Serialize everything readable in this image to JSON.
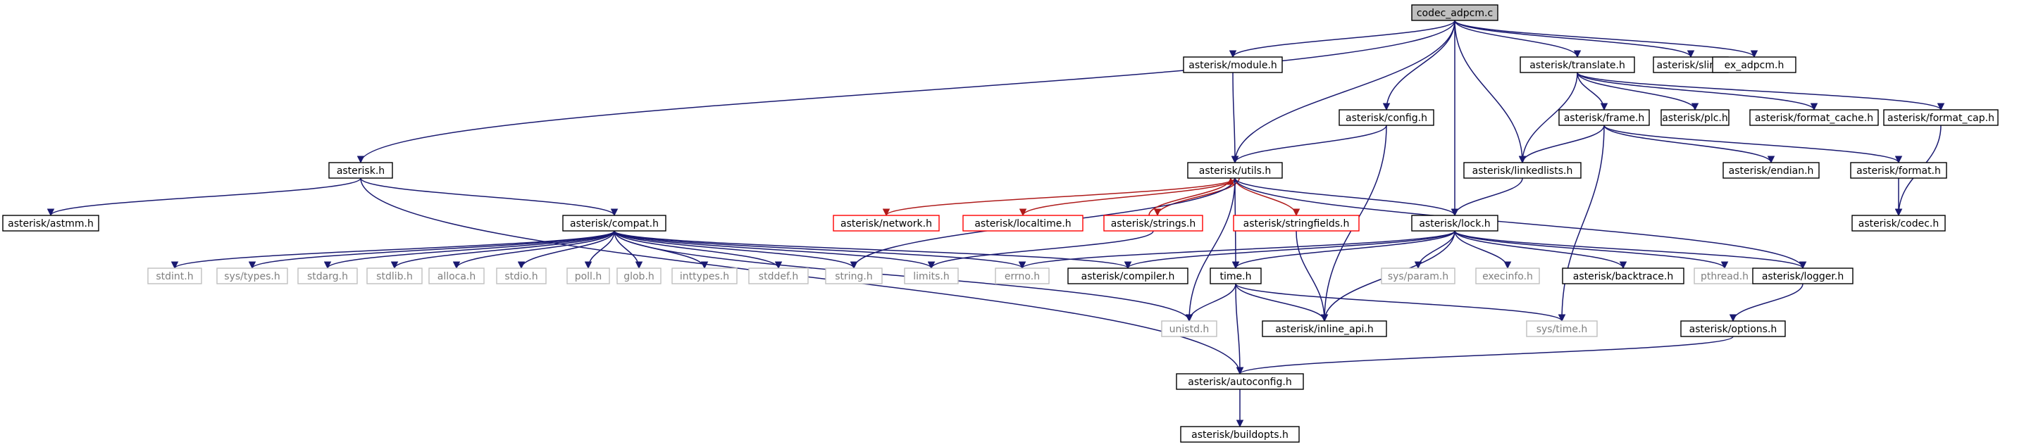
{
  "colors": {
    "edge": "#191970",
    "edge_strings": "#ae1a1a",
    "root_fill": "#bfbfbf",
    "red_border": "#ff0000",
    "grey_border": "#bfbfbf",
    "grey_text": "#7f7f7f"
  },
  "nodes": [
    {
      "id": "codec_adpcm",
      "label": "codec_adpcm.c",
      "kind": "root"
    },
    {
      "id": "module",
      "label": "asterisk/module.h",
      "kind": "normal"
    },
    {
      "id": "translate",
      "label": "asterisk/translate.h",
      "kind": "normal"
    },
    {
      "id": "slin",
      "label": "asterisk/slin.h",
      "kind": "normal"
    },
    {
      "id": "ex_adpcm",
      "label": "ex_adpcm.h",
      "kind": "normal"
    },
    {
      "id": "config",
      "label": "asterisk/config.h",
      "kind": "normal"
    },
    {
      "id": "frame",
      "label": "asterisk/frame.h",
      "kind": "normal"
    },
    {
      "id": "plc",
      "label": "asterisk/plc.h",
      "kind": "normal"
    },
    {
      "id": "format_cache",
      "label": "asterisk/format_cache.h",
      "kind": "normal"
    },
    {
      "id": "format_cap",
      "label": "asterisk/format_cap.h",
      "kind": "normal"
    },
    {
      "id": "asterisk_h",
      "label": "asterisk.h",
      "kind": "normal"
    },
    {
      "id": "utils",
      "label": "asterisk/utils.h",
      "kind": "normal"
    },
    {
      "id": "linkedlists",
      "label": "asterisk/linkedlists.h",
      "kind": "normal"
    },
    {
      "id": "endian",
      "label": "asterisk/endian.h",
      "kind": "normal"
    },
    {
      "id": "format",
      "label": "asterisk/format.h",
      "kind": "normal"
    },
    {
      "id": "astmm",
      "label": "asterisk/astmm.h",
      "kind": "normal"
    },
    {
      "id": "compat",
      "label": "asterisk/compat.h",
      "kind": "normal"
    },
    {
      "id": "network",
      "label": "asterisk/network.h",
      "kind": "red"
    },
    {
      "id": "localtime",
      "label": "asterisk/localtime.h",
      "kind": "red"
    },
    {
      "id": "strings",
      "label": "asterisk/strings.h",
      "kind": "red"
    },
    {
      "id": "stringfields",
      "label": "asterisk/stringfields.h",
      "kind": "red"
    },
    {
      "id": "lock",
      "label": "asterisk/lock.h",
      "kind": "normal"
    },
    {
      "id": "codec",
      "label": "asterisk/codec.h",
      "kind": "normal"
    },
    {
      "id": "stdint",
      "label": "stdint.h",
      "kind": "grey"
    },
    {
      "id": "sys_types",
      "label": "sys/types.h",
      "kind": "grey"
    },
    {
      "id": "stdarg",
      "label": "stdarg.h",
      "kind": "grey"
    },
    {
      "id": "stdlib",
      "label": "stdlib.h",
      "kind": "grey"
    },
    {
      "id": "alloca",
      "label": "alloca.h",
      "kind": "grey"
    },
    {
      "id": "stdio",
      "label": "stdio.h",
      "kind": "grey"
    },
    {
      "id": "poll",
      "label": "poll.h",
      "kind": "grey"
    },
    {
      "id": "glob",
      "label": "glob.h",
      "kind": "grey"
    },
    {
      "id": "inttypes",
      "label": "inttypes.h",
      "kind": "grey"
    },
    {
      "id": "stddef",
      "label": "stddef.h",
      "kind": "grey"
    },
    {
      "id": "string",
      "label": "string.h",
      "kind": "grey"
    },
    {
      "id": "limits",
      "label": "limits.h",
      "kind": "grey"
    },
    {
      "id": "errno",
      "label": "errno.h",
      "kind": "grey"
    },
    {
      "id": "compiler",
      "label": "asterisk/compiler.h",
      "kind": "normal"
    },
    {
      "id": "time_h",
      "label": "time.h",
      "kind": "normal"
    },
    {
      "id": "sys_param",
      "label": "sys/param.h",
      "kind": "grey"
    },
    {
      "id": "execinfo",
      "label": "execinfo.h",
      "kind": "grey"
    },
    {
      "id": "backtrace",
      "label": "asterisk/backtrace.h",
      "kind": "normal"
    },
    {
      "id": "pthread",
      "label": "pthread.h",
      "kind": "grey"
    },
    {
      "id": "logger",
      "label": "asterisk/logger.h",
      "kind": "normal"
    },
    {
      "id": "unistd",
      "label": "unistd.h",
      "kind": "grey"
    },
    {
      "id": "inline_api",
      "label": "asterisk/inline_api.h",
      "kind": "normal"
    },
    {
      "id": "sys_time",
      "label": "sys/time.h",
      "kind": "grey"
    },
    {
      "id": "options",
      "label": "asterisk/options.h",
      "kind": "normal"
    },
    {
      "id": "autoconfig",
      "label": "asterisk/autoconfig.h",
      "kind": "normal"
    },
    {
      "id": "buildopts",
      "label": "asterisk/buildopts.h",
      "kind": "normal"
    }
  ],
  "edges": [
    [
      "codec_adpcm",
      "asterisk_h"
    ],
    [
      "codec_adpcm",
      "module"
    ],
    [
      "codec_adpcm",
      "config"
    ],
    [
      "codec_adpcm",
      "translate"
    ],
    [
      "codec_adpcm",
      "slin"
    ],
    [
      "codec_adpcm",
      "ex_adpcm"
    ],
    [
      "codec_adpcm",
      "utils"
    ],
    [
      "codec_adpcm",
      "linkedlists"
    ],
    [
      "codec_adpcm",
      "lock"
    ],
    [
      "module",
      "utils"
    ],
    [
      "config",
      "utils"
    ],
    [
      "config",
      "inline_api"
    ],
    [
      "translate",
      "linkedlists"
    ],
    [
      "translate",
      "frame"
    ],
    [
      "translate",
      "plc"
    ],
    [
      "translate",
      "format_cache"
    ],
    [
      "translate",
      "format_cap"
    ],
    [
      "frame",
      "linkedlists"
    ],
    [
      "frame",
      "endian"
    ],
    [
      "frame",
      "format"
    ],
    [
      "frame",
      "sys_time"
    ],
    [
      "format_cap",
      "codec"
    ],
    [
      "format",
      "codec"
    ],
    [
      "linkedlists",
      "lock"
    ],
    [
      "asterisk_h",
      "astmm"
    ],
    [
      "asterisk_h",
      "compat"
    ],
    [
      "asterisk_h",
      "autoconfig"
    ],
    [
      "utils",
      "network"
    ],
    [
      "utils",
      "localtime"
    ],
    [
      "utils",
      "strings"
    ],
    [
      "utils",
      "stringfields"
    ],
    [
      "utils",
      "lock"
    ],
    [
      "utils",
      "time_h"
    ],
    [
      "utils",
      "unistd"
    ],
    [
      "utils",
      "string"
    ],
    [
      "utils",
      "logger"
    ],
    [
      "strings",
      "utils"
    ],
    [
      "strings",
      "limits"
    ],
    [
      "stringfields",
      "inline_api"
    ],
    [
      "compat",
      "stdint"
    ],
    [
      "compat",
      "sys_types"
    ],
    [
      "compat",
      "stdarg"
    ],
    [
      "compat",
      "stdlib"
    ],
    [
      "compat",
      "alloca"
    ],
    [
      "compat",
      "stdio"
    ],
    [
      "compat",
      "poll"
    ],
    [
      "compat",
      "glob"
    ],
    [
      "compat",
      "inttypes"
    ],
    [
      "compat",
      "stddef"
    ],
    [
      "compat",
      "string"
    ],
    [
      "compat",
      "limits"
    ],
    [
      "compat",
      "errno"
    ],
    [
      "compat",
      "compiler"
    ],
    [
      "compat",
      "unistd"
    ],
    [
      "lock",
      "errno"
    ],
    [
      "lock",
      "compiler"
    ],
    [
      "lock",
      "time_h"
    ],
    [
      "lock",
      "sys_param"
    ],
    [
      "lock",
      "execinfo"
    ],
    [
      "lock",
      "backtrace"
    ],
    [
      "lock",
      "pthread"
    ],
    [
      "lock",
      "logger"
    ],
    [
      "lock",
      "inline_api"
    ],
    [
      "time_h",
      "unistd"
    ],
    [
      "time_h",
      "inline_api"
    ],
    [
      "time_h",
      "sys_time"
    ],
    [
      "time_h",
      "autoconfig"
    ],
    [
      "logger",
      "options"
    ],
    [
      "options",
      "autoconfig"
    ],
    [
      "autoconfig",
      "buildopts"
    ]
  ]
}
